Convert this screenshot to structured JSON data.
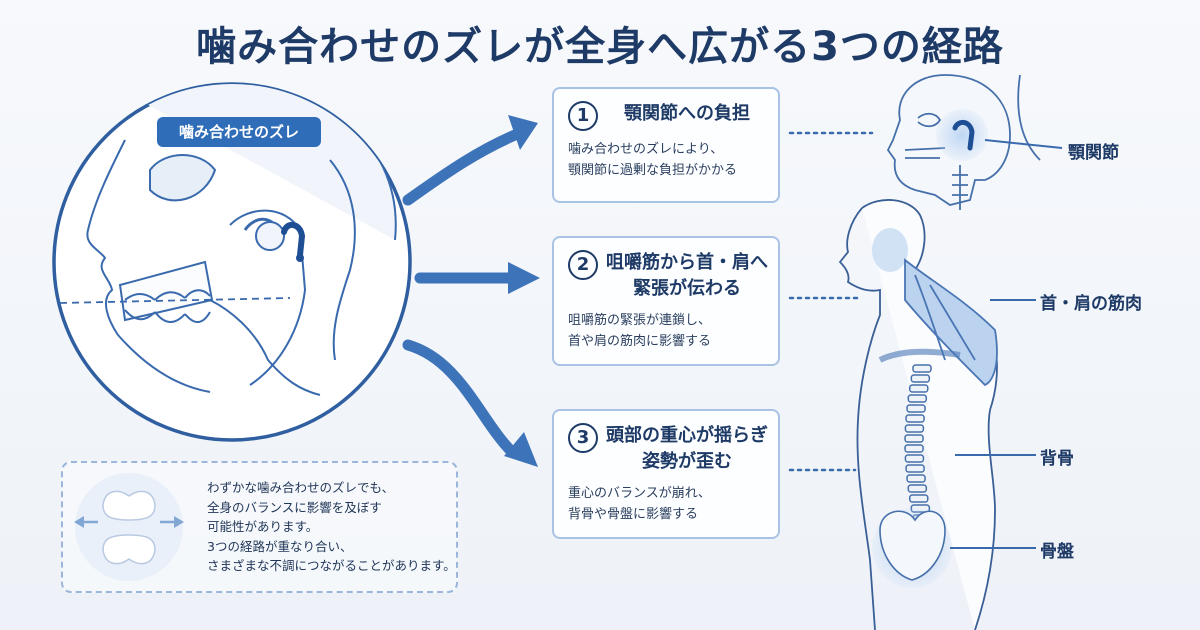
{
  "title": "噛み合わせのズレが全身へ広がる3つの経路",
  "jaw_label": "噛み合わせのズレ",
  "cards": [
    {
      "num": "1",
      "title_lines": [
        "顎関節への負担"
      ],
      "desc_lines": [
        "噛み合わせのズレにより、",
        "顎関節に過剰な負担がかかる"
      ]
    },
    {
      "num": "2",
      "title_lines": [
        "咀嚼筋から首・肩へ",
        "緊張が伝わる"
      ],
      "desc_lines": [
        "咀嚼筋の緊張が連鎖し、",
        "首や肩の筋肉に影響する"
      ]
    },
    {
      "num": "3",
      "title_lines": [
        "頭部の重心が揺らぎ",
        "姿勢が歪む"
      ],
      "desc_lines": [
        "重心のバランスが崩れ、",
        "背骨や骨盤に影響する"
      ]
    }
  ],
  "note_lines": [
    "わずかな噛み合わせのズレでも、",
    "全身のバランスに影響を及ぼす",
    "可能性があります。",
    "3つの経路が重なり合い、",
    "さまざまな不調につながることがあります。"
  ],
  "body_labels": {
    "tmj": "顎関節",
    "neck_shoulder": "首・肩の筋肉",
    "spine": "背骨",
    "pelvis": "骨盤"
  },
  "colors": {
    "accent": "#2f6db8",
    "dark": "#1e3a66",
    "light": "#a9c3e4"
  }
}
